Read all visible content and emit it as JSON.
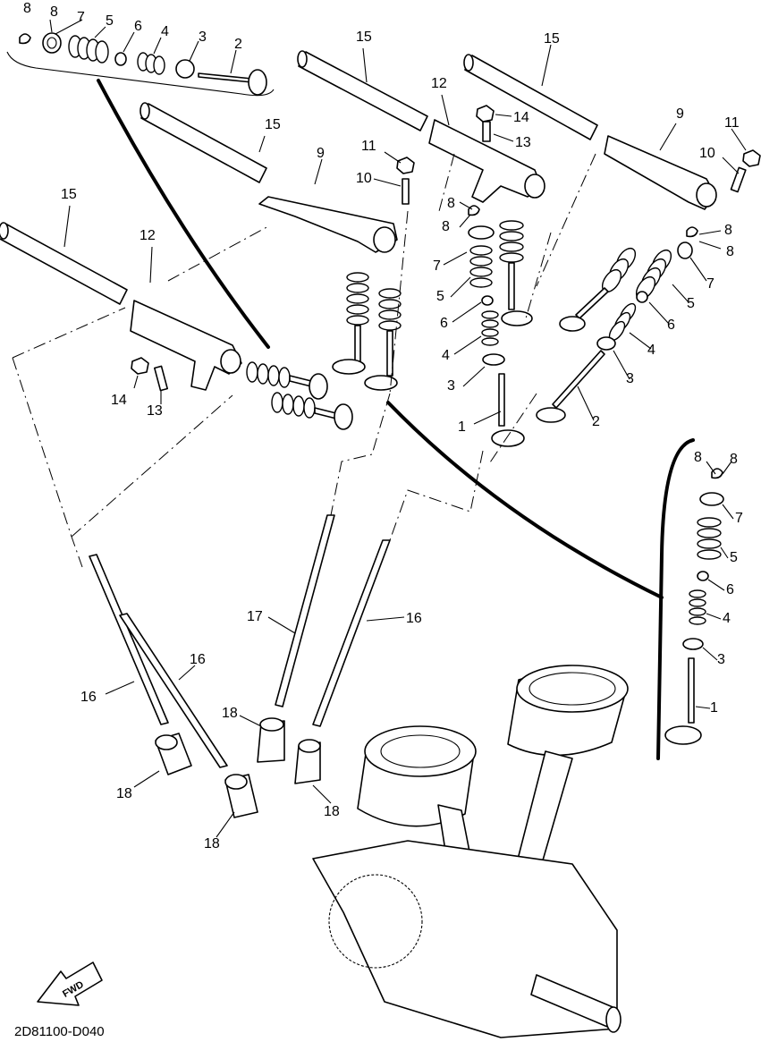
{
  "callouts": {
    "c_top_8a": "8",
    "c_top_8b": "8",
    "c_top_7": "7",
    "c_top_5": "5",
    "c_top_6": "6",
    "c_top_4": "4",
    "c_top_3": "3",
    "c_top_2": "2",
    "c_15a": "15",
    "c_15b": "15",
    "c_15c": "15",
    "c_15d": "15",
    "c_12a": "12",
    "c_12b": "12",
    "c_9a": "9",
    "c_9b": "9",
    "c_11a": "11",
    "c_11b": "11",
    "c_10a": "10",
    "c_10b": "10",
    "c_14a": "14",
    "c_14b": "14",
    "c_13a": "13",
    "c_13b": "13",
    "c_mid_8a": "8",
    "c_mid_8b": "8",
    "c_mid_7": "7",
    "c_mid_5": "5",
    "c_mid_6": "6",
    "c_mid_4": "4",
    "c_mid_3": "3",
    "c_mid_1": "1",
    "c_r_8a": "8",
    "c_r_8b": "8",
    "c_r_7": "7",
    "c_r_5": "5",
    "c_r_6": "6",
    "c_r_4": "4",
    "c_r_3": "3",
    "c_r_2": "2",
    "c_br_8a": "8",
    "c_br_8b": "8",
    "c_br_7": "7",
    "c_br_5": "5",
    "c_br_6": "6",
    "c_br_4": "4",
    "c_br_3": "3",
    "c_br_1": "1",
    "c_17": "17",
    "c_16a": "16",
    "c_16b": "16",
    "c_16c": "16",
    "c_18a": "18",
    "c_18b": "18",
    "c_18c": "18",
    "c_18d": "18"
  },
  "fwd_label": "FWD",
  "diagram_code": "2D81100-D040"
}
